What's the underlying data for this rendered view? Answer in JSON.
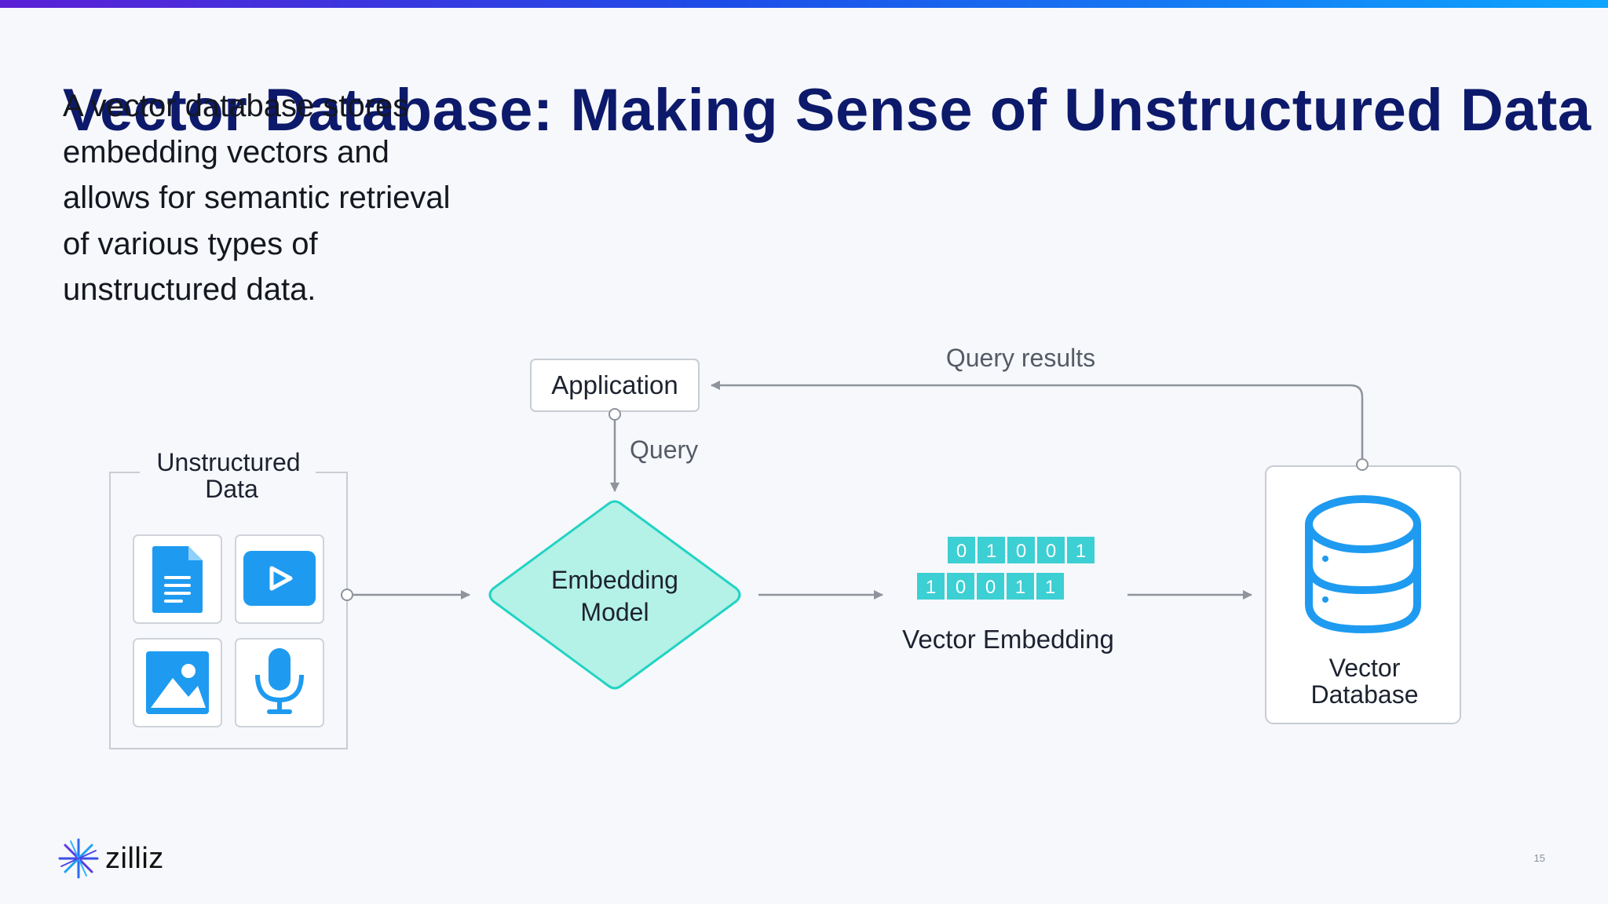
{
  "slide": {
    "title": "Vector Database:  Making Sense of Unstructured Data",
    "description": "A vector database stores embedding vectors and allows for semantic retrieval of various types of unstructured data.",
    "page_number": "15"
  },
  "diagram": {
    "unstructured_data": {
      "label_line1": "Unstructured",
      "label_line2": "Data",
      "icons": [
        "document-icon",
        "video-play-icon",
        "image-icon",
        "microphone-icon"
      ]
    },
    "application_label": "Application",
    "query_label": "Query",
    "query_results_label": "Query results",
    "embedding_model": {
      "line1": "Embedding",
      "line2": "Model"
    },
    "vector_embedding": {
      "label": "Vector Embedding",
      "row1": [
        "0",
        "1",
        "0",
        "0",
        "1"
      ],
      "row2": [
        "1",
        "0",
        "0",
        "1",
        "1"
      ]
    },
    "vector_database": {
      "line1": "Vector",
      "line2": "Database"
    }
  },
  "brand": {
    "logo_text": "zilliz"
  },
  "colors": {
    "title": "#0d1a6b",
    "icon_blue": "#1e9bf0",
    "teal_fill": "#b4f1e7",
    "teal_stroke": "#22d3c3",
    "bit_fill": "#3ccfd3",
    "arrow": "#8e939c"
  }
}
